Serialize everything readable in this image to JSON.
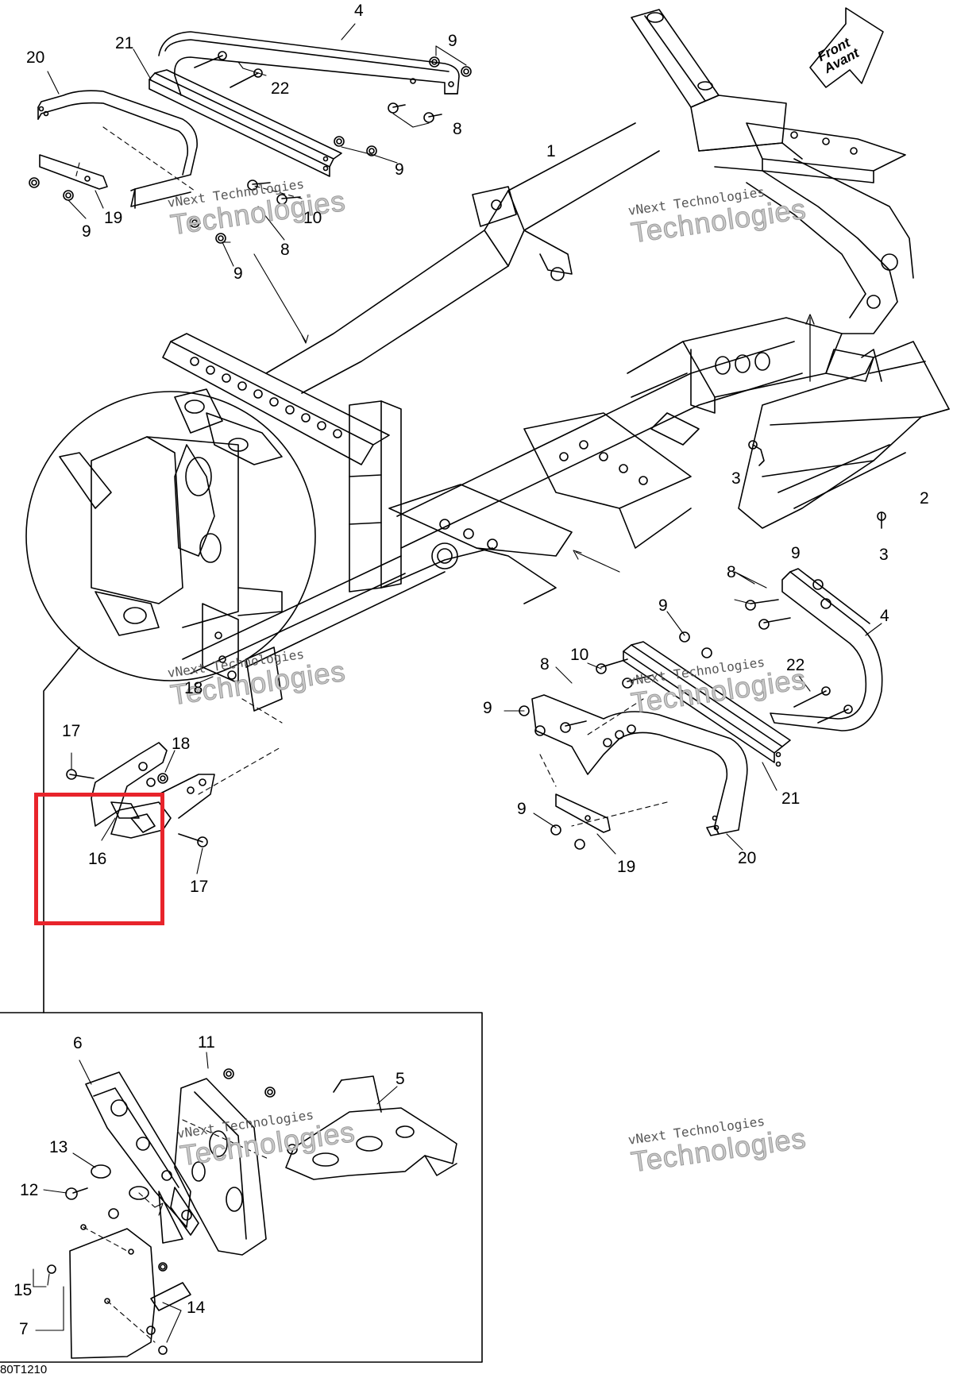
{
  "diagram": {
    "reference_code": "80T1210",
    "front_indicator": {
      "line1": "Front",
      "line2": "Avant",
      "icon": "arrow-icon"
    },
    "watermark": {
      "line1": "vNext Technologies",
      "line2": "Technologies"
    },
    "highlighted_part": "16",
    "colors": {
      "line": "#000000",
      "highlight": "#e8242b",
      "watermark": "#b9b9b9",
      "background": "#ffffff"
    },
    "callouts": [
      {
        "id": "c1",
        "label": "1"
      },
      {
        "id": "c2",
        "label": "2"
      },
      {
        "id": "c3a",
        "label": "3"
      },
      {
        "id": "c3b",
        "label": "3"
      },
      {
        "id": "c4a",
        "label": "4"
      },
      {
        "id": "c4b",
        "label": "4"
      },
      {
        "id": "c5",
        "label": "5"
      },
      {
        "id": "c6",
        "label": "6"
      },
      {
        "id": "c7",
        "label": "7"
      },
      {
        "id": "c8a",
        "label": "8"
      },
      {
        "id": "c8b",
        "label": "8"
      },
      {
        "id": "c8c",
        "label": "8"
      },
      {
        "id": "c8d",
        "label": "8"
      },
      {
        "id": "c9a",
        "label": "9"
      },
      {
        "id": "c9b",
        "label": "9"
      },
      {
        "id": "c9c",
        "label": "9"
      },
      {
        "id": "c9d",
        "label": "9"
      },
      {
        "id": "c9e",
        "label": "9"
      },
      {
        "id": "c9f",
        "label": "9"
      },
      {
        "id": "c9g",
        "label": "9"
      },
      {
        "id": "c9h",
        "label": "9"
      },
      {
        "id": "c10a",
        "label": "10"
      },
      {
        "id": "c10b",
        "label": "10"
      },
      {
        "id": "c11",
        "label": "11"
      },
      {
        "id": "c12",
        "label": "12"
      },
      {
        "id": "c13",
        "label": "13"
      },
      {
        "id": "c14",
        "label": "14"
      },
      {
        "id": "c15",
        "label": "15"
      },
      {
        "id": "c16",
        "label": "16"
      },
      {
        "id": "c17a",
        "label": "17"
      },
      {
        "id": "c17b",
        "label": "17"
      },
      {
        "id": "c18a",
        "label": "18"
      },
      {
        "id": "c18b",
        "label": "18"
      },
      {
        "id": "c19a",
        "label": "19"
      },
      {
        "id": "c19b",
        "label": "19"
      },
      {
        "id": "c20a",
        "label": "20"
      },
      {
        "id": "c20b",
        "label": "20"
      },
      {
        "id": "c21a",
        "label": "21"
      },
      {
        "id": "c21b",
        "label": "21"
      },
      {
        "id": "c22a",
        "label": "22"
      },
      {
        "id": "c22b",
        "label": "22"
      }
    ]
  }
}
